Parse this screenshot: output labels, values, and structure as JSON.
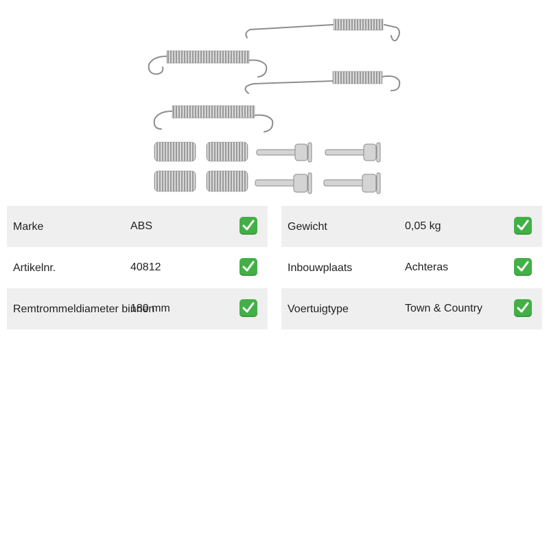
{
  "product_image": {
    "alt": "",
    "icon": "brake-spring-kit-image"
  },
  "specs": {
    "left": [
      {
        "label": "Marke",
        "value": "ABS",
        "status": "check"
      },
      {
        "label": "Artikelnr.",
        "value": "40812",
        "status": "check"
      },
      {
        "label": "Remtrommeldiameter binnen",
        "value": "180 mm",
        "status": "check"
      }
    ],
    "right": [
      {
        "label": "Gewicht",
        "value": "0,05 kg",
        "status": "check"
      },
      {
        "label": "Inbouwplaats",
        "value": "Achteras",
        "status": "check"
      },
      {
        "label": "Voertuigtype",
        "value": "Town & Country",
        "status": "check"
      }
    ]
  },
  "colors": {
    "row_shade": "#efefef",
    "check_green": "#43b047"
  }
}
